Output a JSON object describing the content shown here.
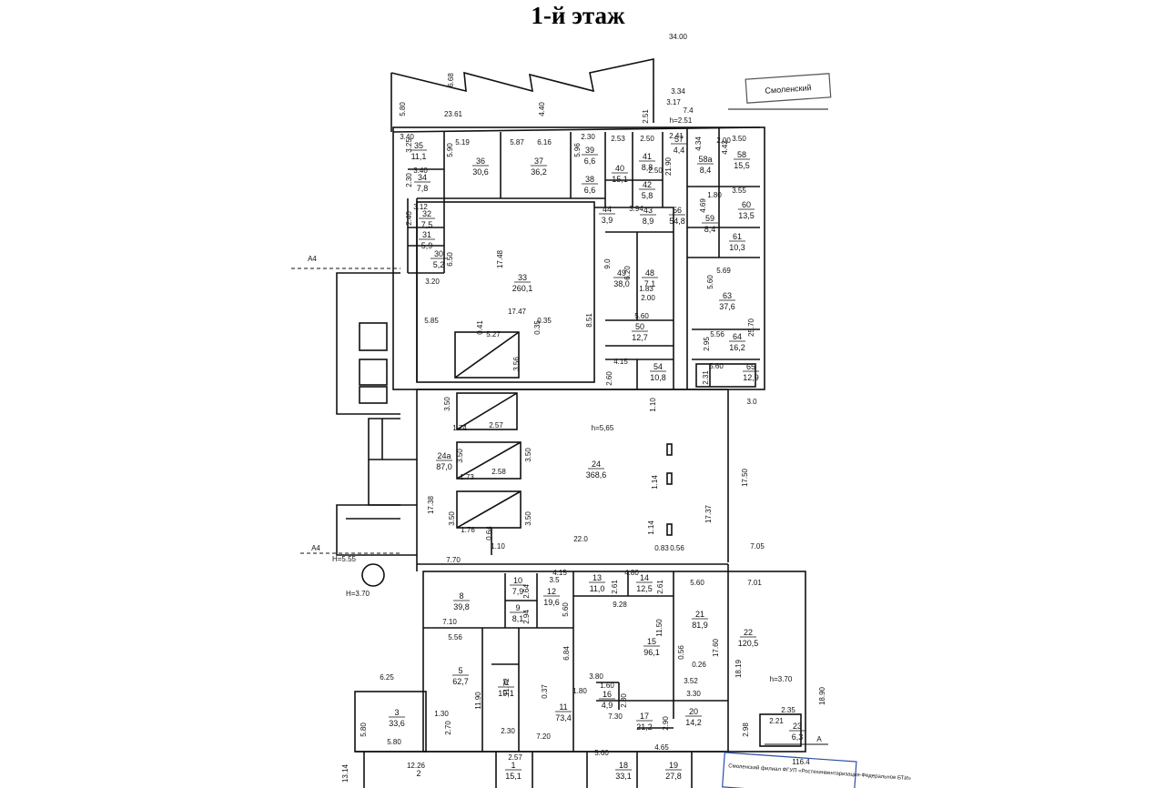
{
  "title": "1-й этаж",
  "rooms": [
    {
      "n": "35",
      "a": "11,1"
    },
    {
      "n": "36",
      "a": "30,6"
    },
    {
      "n": "37",
      "a": "36,2"
    },
    {
      "n": "39",
      "a": "6,6"
    },
    {
      "n": "38",
      "a": "6,6"
    },
    {
      "n": "40",
      "a": "15,1"
    },
    {
      "n": "41",
      "a": "8,8"
    },
    {
      "n": "42",
      "a": "5,8"
    },
    {
      "n": "57",
      "a": "4,4"
    },
    {
      "n": "58a",
      "a": "8,4"
    },
    {
      "n": "58",
      "a": "15,5"
    },
    {
      "n": "34",
      "a": "7,8"
    },
    {
      "n": "32",
      "a": "7,5"
    },
    {
      "n": "31",
      "a": "5,9"
    },
    {
      "n": "30",
      "a": "5,2"
    },
    {
      "n": "33",
      "a": "260,1"
    },
    {
      "n": "44",
      "a": "3,9"
    },
    {
      "n": "43",
      "a": "8,9"
    },
    {
      "n": "56",
      "a": "54,8"
    },
    {
      "n": "59",
      "a": "8,4"
    },
    {
      "n": "60",
      "a": "13,5"
    },
    {
      "n": "61",
      "a": "10,3"
    },
    {
      "n": "49",
      "a": "38,0"
    },
    {
      "n": "48",
      "a": "7,1"
    },
    {
      "n": "63",
      "a": "37,6"
    },
    {
      "n": "50",
      "a": "12,7"
    },
    {
      "n": "64",
      "a": "16,2"
    },
    {
      "n": "54",
      "a": "10,8"
    },
    {
      "n": "65",
      "a": "12,9"
    },
    {
      "n": "24a",
      "a": "87,0"
    },
    {
      "n": "24",
      "a": "368,6"
    },
    {
      "n": "8",
      "a": "39,8"
    },
    {
      "n": "10",
      "a": "7,9"
    },
    {
      "n": "9",
      "a": "8,1"
    },
    {
      "n": "12",
      "a": "19,6"
    },
    {
      "n": "13",
      "a": "11,0"
    },
    {
      "n": "14",
      "a": "12,5"
    },
    {
      "n": "21",
      "a": "81,9"
    },
    {
      "n": "22",
      "a": "120,5"
    },
    {
      "n": "15",
      "a": "96,1"
    },
    {
      "n": "5",
      "a": "62,7"
    },
    {
      "n": "6",
      "a": "19,1"
    },
    {
      "n": "11",
      "a": "73,4"
    },
    {
      "n": "16",
      "a": "4,9"
    },
    {
      "n": "17",
      "a": "21,2"
    },
    {
      "n": "20",
      "a": "14,2"
    },
    {
      "n": "23",
      "a": "6,3"
    },
    {
      "n": "3",
      "a": "33,6"
    },
    {
      "n": "1",
      "a": "15,1"
    },
    {
      "n": "18",
      "a": "33,1"
    },
    {
      "n": "19",
      "a": "27,8"
    },
    {
      "n": "2",
      "a": ""
    }
  ],
  "dimensions": [
    "34.00",
    "3.34",
    "6.68",
    "4.40",
    "5.80",
    "23.61",
    "2.51",
    "3.17",
    "h=2.51",
    "7.4",
    "3.40",
    "5.19",
    "5.87",
    "6.16",
    "2.30",
    "5.96",
    "2.53",
    "2.50",
    "2.41",
    "4.34",
    "2.00",
    "3.50",
    "4.42",
    "3.25",
    "5.90",
    "3.40",
    "2.30",
    "3.12",
    "2.40",
    "17.48",
    "6.50",
    "3.20",
    "9.0",
    "6.20",
    "3.94",
    "2.50",
    "21.90",
    "1.80",
    "3.55",
    "4.69",
    "5.69",
    "5.60",
    "25.70",
    "5.85",
    "17.47",
    "0.41",
    "0.35",
    "0.35",
    "5.27",
    "3.56",
    "8.51",
    "5.60",
    "2.00",
    "1.83",
    "2.95",
    "5.56",
    "2.31",
    "5.60",
    "2.60",
    "4.15",
    "3.0",
    "3.50",
    "1.74",
    "2.57",
    "h=5,65",
    "1.10",
    "3.50",
    "3.50",
    "1.73",
    "2.58",
    "1.14",
    "17.50",
    "17.38",
    "3.50",
    "3.50",
    "1.76",
    "0.64",
    "1.10",
    "22.0",
    "1.14",
    "17.37",
    "0.83",
    "0.56",
    "7.05",
    "7.70",
    "4.15",
    "4.80",
    "2.64",
    "3.5",
    "2.61",
    "2.61",
    "5.60",
    "7.01",
    "9.28",
    "5.60",
    "2.94",
    "7.10",
    "11.50",
    "17.60",
    "18.19",
    "h=3.70",
    "18.90",
    "5.56",
    "0.56",
    "0.26",
    "6.84",
    "6.25",
    "11.90",
    "11.72",
    "0.37",
    "3.80",
    "1.60",
    "1.80",
    "2.80",
    "3.52",
    "3.30",
    "2.35",
    "1.30",
    "2.70",
    "2.30",
    "7.20",
    "7.30",
    "2.90",
    "2.98",
    "2.21",
    "5.80",
    "5.80",
    "12.26",
    "2.57",
    "5.60",
    "4.65",
    "116.4",
    "13.14",
    "H=5.55",
    "H=3.70",
    "A4",
    "A4",
    "A"
  ],
  "stamp": "Смоленский филиал ФГУП «Ростехинвентаризация-Федеральное БТИ»",
  "corner_stamp": "Смоленский",
  "colors": {
    "line": "#111111",
    "background": "#ffffff",
    "stamp": "#2b4fa8"
  }
}
